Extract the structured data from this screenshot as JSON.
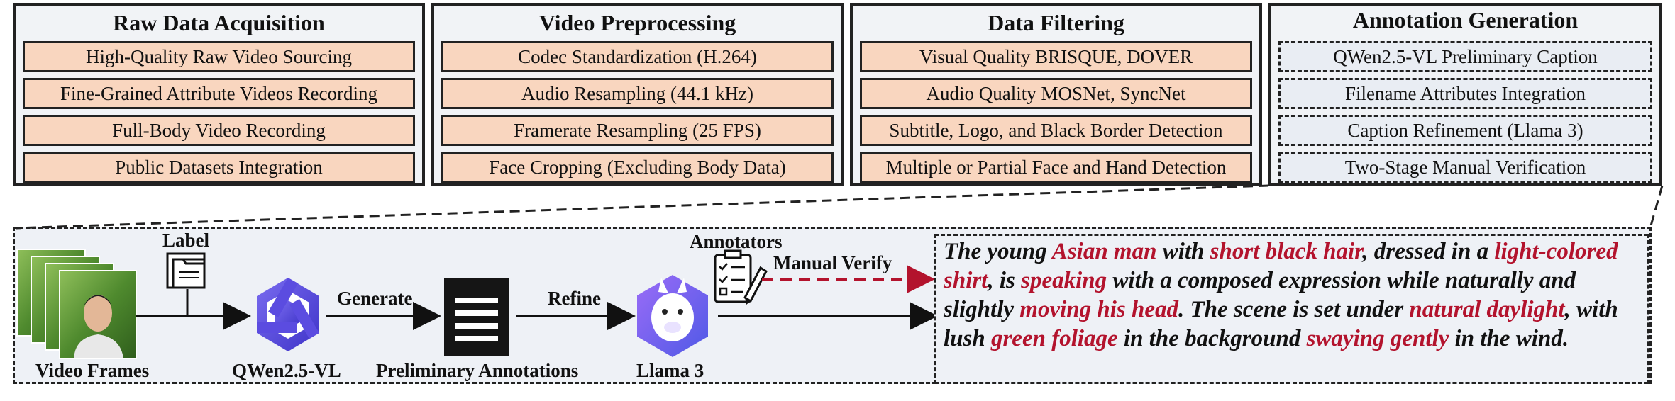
{
  "panels": [
    {
      "title": "Raw Data Acquisition",
      "items": [
        "High-Quality Raw Video Sourcing",
        "Fine-Grained Attribute Videos Recording",
        "Full-Body Video Recording",
        "Public Datasets Integration"
      ]
    },
    {
      "title": "Video Preprocessing",
      "items": [
        "Codec Standardization (H.264)",
        "Audio Resampling (44.1 kHz)",
        "Framerate Resampling  (25 FPS)",
        "Face Cropping (Excluding Body Data)"
      ]
    },
    {
      "title": "Data Filtering",
      "items": [
        "Visual Quality BRISQUE, DOVER",
        "Audio Quality MOSNet, SyncNet",
        "Subtitle, Logo, and Black Border Detection",
        "Multiple or Partial Face and Hand Detection"
      ]
    },
    {
      "title": "Annotation Generation",
      "items": [
        "QWen2.5-VL Preliminary Caption",
        "Filename Attributes Integration",
        "Caption Refinement (Llama 3)",
        "Two-Stage Manual Verification"
      ]
    }
  ],
  "pipeline": {
    "video_frames": "Video Frames",
    "label": "Label",
    "qwen": "QWen2.5-VL",
    "generate": "Generate",
    "preliminary": "Preliminary Annotations",
    "refine": "Refine",
    "llama": "Llama 3",
    "annotators": "Annotators",
    "manual_verify": "Manual Verify"
  },
  "caption": {
    "parts": [
      {
        "text": "The young ",
        "hl": false
      },
      {
        "text": "Asian man",
        "hl": true
      },
      {
        "text": " with ",
        "hl": false
      },
      {
        "text": "short black hair",
        "hl": true
      },
      {
        "text": ", dressed in a ",
        "hl": false
      },
      {
        "text": "light-colored shirt",
        "hl": true
      },
      {
        "text": ", is ",
        "hl": false
      },
      {
        "text": "speaking",
        "hl": true
      },
      {
        "text": " with a composed expression while naturally and slightly ",
        "hl": false
      },
      {
        "text": "moving his head",
        "hl": true
      },
      {
        "text": ". The scene is set under ",
        "hl": false
      },
      {
        "text": "natural daylight",
        "hl": true
      },
      {
        "text": ", with lush ",
        "hl": false
      },
      {
        "text": "green foliage",
        "hl": true
      },
      {
        "text": " in the background ",
        "hl": false
      },
      {
        "text": "swaying gently",
        "hl": true
      },
      {
        "text": " in the wind.",
        "hl": false
      }
    ]
  },
  "colors": {
    "item_fill": "#f9d6bf",
    "annotation_fill": "#e9edf3",
    "highlight": "#b3132d",
    "panel_bg": "#f1f3f6",
    "qwen_purple": "#5b4ce0",
    "llama_purple": "#7b52e8"
  },
  "icons": [
    "folder-icon",
    "qwen-logo-icon",
    "document-icon",
    "llama-logo-icon",
    "checklist-icon"
  ]
}
